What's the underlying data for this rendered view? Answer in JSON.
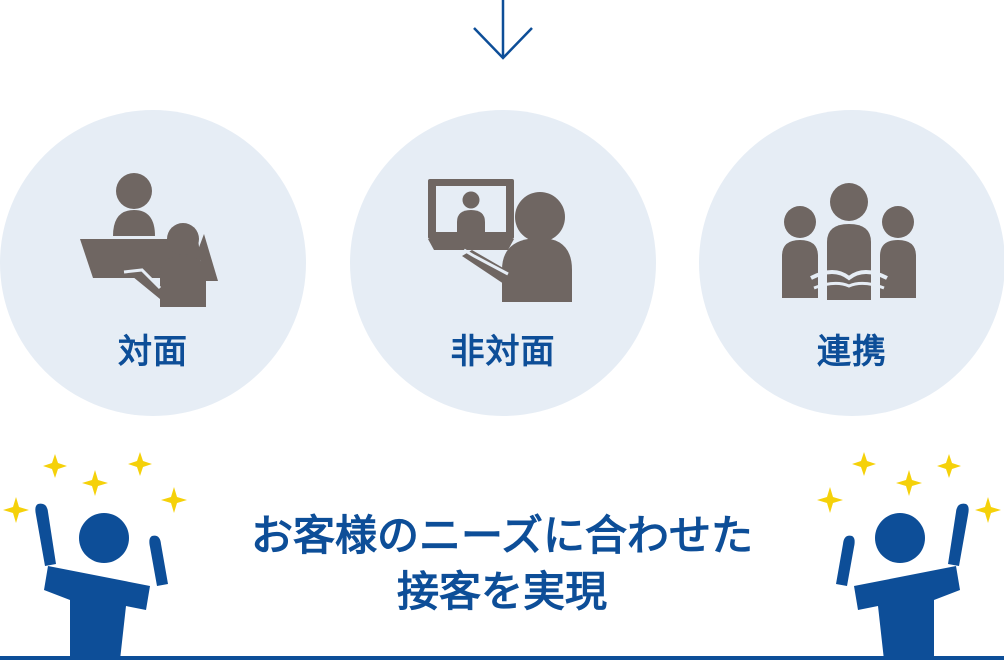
{
  "options": [
    {
      "id": "face-to-face",
      "label": "対面",
      "icon": "face-to-face-meeting-icon"
    },
    {
      "id": "non-face-to-face",
      "label": "非対面",
      "icon": "video-call-icon"
    },
    {
      "id": "collaboration",
      "label": "連携",
      "icon": "teamwork-hands-icon"
    }
  ],
  "headline": {
    "line1": "お客様のニーズに合わせた",
    "line2": "接客を実現"
  },
  "colors": {
    "brand_blue": "#0d4e98",
    "circle_bg": "#e6edf5",
    "icon_gray": "#6f6662",
    "sparkle": "#f5d10a"
  }
}
